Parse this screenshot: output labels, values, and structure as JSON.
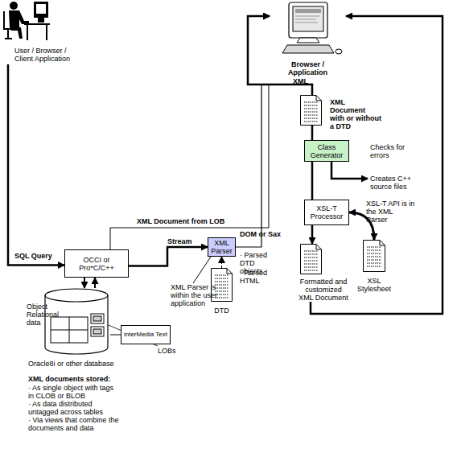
{
  "diagram": {
    "nodes": [
      {
        "text": [
          "User / Browser / Client Application"
        ]
      },
      {
        "text": [
          "Browser / Application"
        ]
      },
      {
        "text": [
          "XML Document with or without a DTD"
        ]
      },
      {
        "text": [
          "Class Generator"
        ]
      },
      {
        "text": [
          "XSL-T Processor"
        ]
      },
      {
        "text": [
          "XSL Stylesheet"
        ]
      },
      {
        "text": [
          "XML Parser"
        ]
      },
      {
        "text": [
          "Formatted and customized XML Document"
        ]
      },
      {
        "text": [
          "DTD"
        ]
      },
      {
        "text": [
          "OCCI or Pro*C/C++"
        ]
      },
      {
        "text": [
          "Oracle8i or other database"
        ]
      },
      {
        "text": [
          "interMedia Text"
        ]
      }
    ],
    "edges": [
      {
        "from": 0,
        "to": 9,
        "label": "SQL Query",
        "arrow": "to"
      },
      {
        "from": 9,
        "to": 10,
        "arrow": "to"
      },
      {
        "from": 10,
        "to": 9,
        "arrow": "to"
      },
      {
        "from": 9,
        "to": 6,
        "label": "Stream",
        "arrow": "to"
      },
      {
        "from": 9,
        "to": 1,
        "label": "XML Document from LOB",
        "arrow": "to"
      },
      {
        "from": 6,
        "to": 1,
        "label": "DOM or Sax",
        "arrow": "to"
      },
      {
        "from": 8,
        "to": 6,
        "arrow": "to"
      },
      {
        "from": 1,
        "to": 2,
        "label": "XML",
        "arrow": "none"
      },
      {
        "from": 2,
        "to": 3,
        "arrow": "none"
      },
      {
        "from": 3,
        "to": 4,
        "arrow": "none"
      },
      {
        "from": 4,
        "to": 7,
        "arrow": "to"
      },
      {
        "from": 4,
        "to": 5,
        "arrow": "both"
      },
      {
        "from": 7,
        "to": 1,
        "arrow": "to"
      },
      {
        "from": 11,
        "to": 10,
        "arrow": "none"
      }
    ],
    "labels": [
      "Checks for errors",
      "Creates C++ source files",
      "XSL-T API is in the XML Parser",
      "· Parsed DTD objects",
      "· Parsed HTML",
      "XML Parser is within the user application",
      "Object Relational data",
      "LOBs",
      "XML documents stored:",
      "· As single object with tags in CLOB or BLOB",
      "· As data distributed untagged across tables",
      "· Via views that combine the documents and data"
    ]
  }
}
